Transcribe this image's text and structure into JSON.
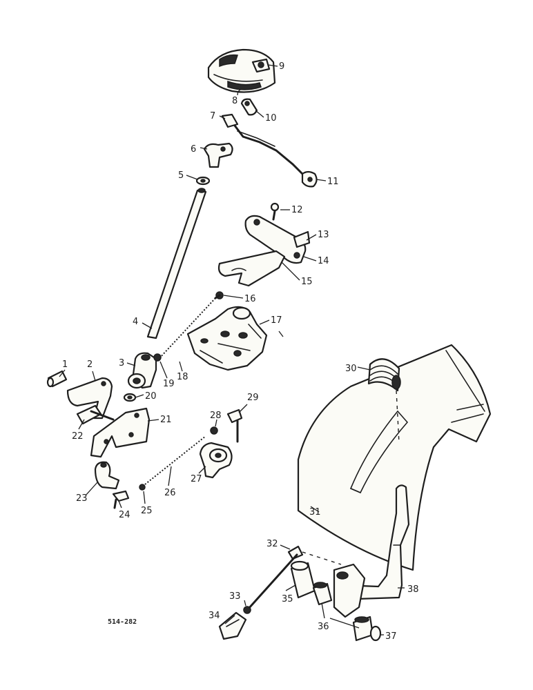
{
  "labels": [
    "1",
    "2",
    "3",
    "4",
    "5",
    "6",
    "7",
    "8",
    "9",
    "10",
    "11",
    "12",
    "13",
    "14",
    "15",
    "16",
    "17",
    "18",
    "19",
    "20",
    "21",
    "22",
    "23",
    "24",
    "25",
    "26",
    "27",
    "28",
    "29",
    "30",
    "31",
    "32",
    "33",
    "34",
    "35",
    "36",
    "37",
    "38"
  ],
  "drawing_code": "514-282"
}
